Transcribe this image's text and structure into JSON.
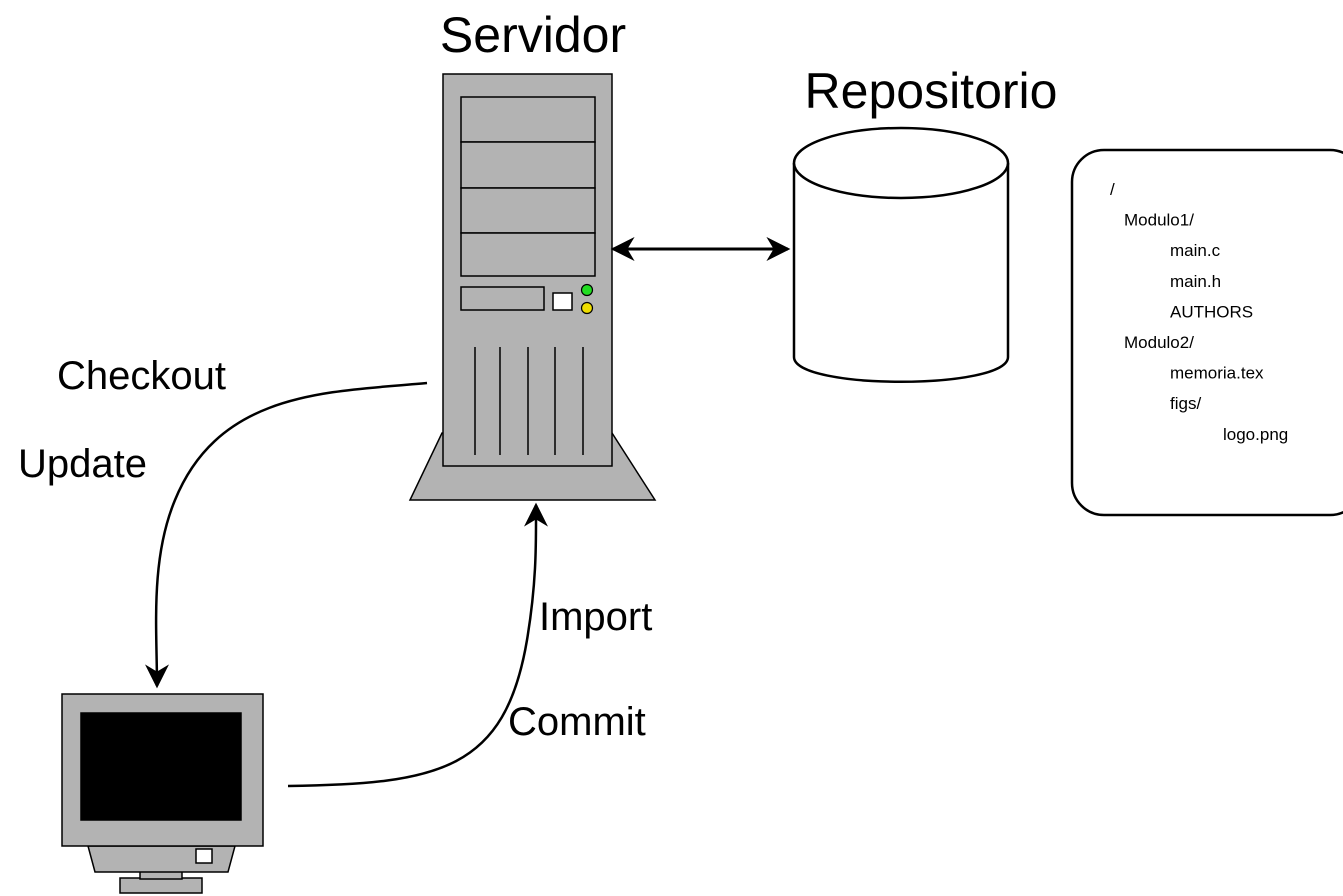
{
  "labels": {
    "server": "Servidor",
    "repository": "Repositorio",
    "checkout": "Checkout",
    "update": "Update",
    "import": "Import",
    "commit": "Commit"
  },
  "file_tree": [
    {
      "depth": 0,
      "name": "/"
    },
    {
      "depth": 1,
      "name": "Modulo1/"
    },
    {
      "depth": 2,
      "name": "main.c"
    },
    {
      "depth": 2,
      "name": "main.h"
    },
    {
      "depth": 2,
      "name": "AUTHORS"
    },
    {
      "depth": 1,
      "name": "Modulo2/"
    },
    {
      "depth": 2,
      "name": "memoria.tex"
    },
    {
      "depth": 2,
      "name": "figs/"
    },
    {
      "depth": 3,
      "name": "logo.png"
    }
  ],
  "colors": {
    "device_gray": "#b3b3b3",
    "led_green": "#22dd22",
    "led_yellow": "#eedd00",
    "screen": "#000000",
    "stroke": "#000000"
  },
  "icons": {
    "server": "server-tower-icon",
    "repository": "database-cylinder-icon",
    "client": "desktop-computer-icon"
  }
}
